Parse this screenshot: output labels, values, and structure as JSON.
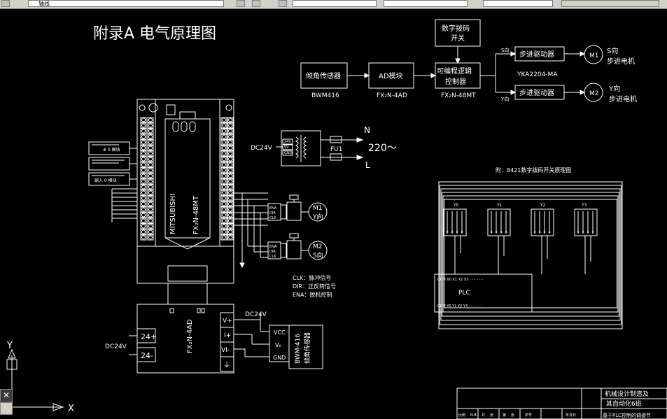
{
  "toolbar": {
    "layer_name": "轴线",
    "field2": "",
    "field3": "",
    "field4": ""
  },
  "drawing": {
    "title": "附录A   电气原理图",
    "chain": {
      "switch": [
        "数字拨码",
        "开关"
      ],
      "sensor": "倾角传感器",
      "sensor_model": "BWM416",
      "ad": "AD模块",
      "ad_model": "FX₂N-4AD",
      "plc": [
        "可编程逻辑",
        "控制器"
      ],
      "plc_model": "FX₂N-48MT",
      "s_dir": "S向",
      "y_dir": "Y向",
      "driver": "步进驱动器",
      "driver_model": "YKA2204-MA",
      "m1": "M1",
      "m2": "M2",
      "m1_label": [
        "S向",
        "步进电机"
      ],
      "m2_label": [
        "Y向",
        "步进电机"
      ]
    },
    "power": {
      "dc": "DC24V",
      "fuse": "FU1",
      "n": "N",
      "l": "L",
      "ac": "220～",
      "tx_pins": [
        "24V",
        "5V",
        "GND"
      ]
    },
    "plc_body": {
      "brand": "MITSUBISHI",
      "model": "FX₂N-48MT",
      "callout1": "# 0 模块",
      "callout2": "",
      "callout3": "输入 0 模块"
    },
    "motors": {
      "m1": "M1",
      "m1_dir": "Y向",
      "m2": "M2",
      "m2_dir": "S向",
      "pins": [
        "ENA",
        "DIR",
        "CLK"
      ]
    },
    "legend": {
      "clk": "CLK：脉冲信号",
      "dir": "DIR：正反转信号",
      "ena": "ENA：脱机控制"
    },
    "ad_module": {
      "model": "FX₂N-4AD",
      "p24": "24+",
      "n24": "24-",
      "vplus": "V+",
      "iplus": "I+",
      "vi": "VI-",
      "ground": "⏚",
      "dc_left": "DC24V",
      "dc_top": "DC24V",
      "sensor_pins": [
        "VCC",
        "V₀",
        "GND"
      ],
      "sensor_name": [
        "BWM-416",
        "倾角传感器"
      ]
    },
    "bcd": {
      "title": "附：8421数字拨码开关原理图",
      "groups": [
        "Y0",
        "Y1",
        "Y2",
        "Y3"
      ],
      "plc": "PLC",
      "row_top": "COM  X0  X1  X2  X3 - - - - - -",
      "row_bottom": "COM  Y0  Y1  Y2  Y3 - - - - - -"
    },
    "title_block": {
      "line1": "机械设计制造及",
      "line2": "其自动化6班",
      "line3": "基于PLC控制的调姿节",
      "row": [
        "比例",
        "N.B.",
        "共",
        "张",
        "第",
        "张",
        "学号",
        "年月日"
      ]
    },
    "ucs": {
      "x": "X",
      "y": "Y"
    }
  }
}
